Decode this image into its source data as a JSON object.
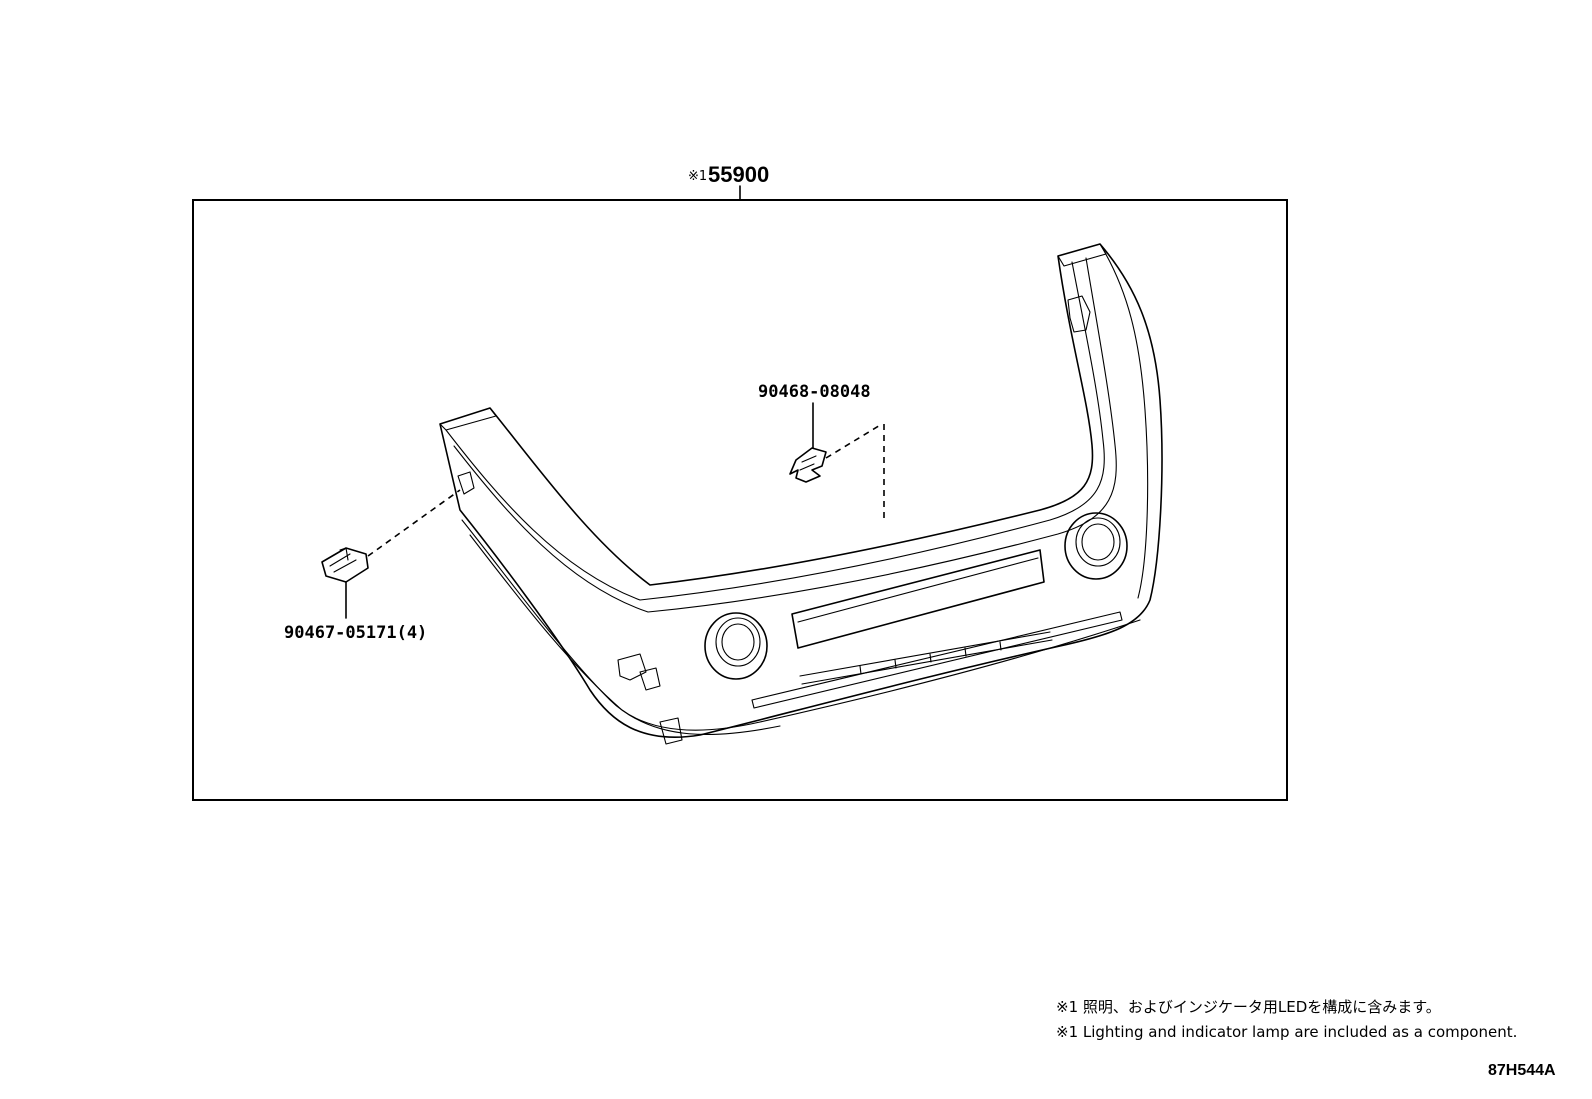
{
  "parts": {
    "main_assembly": {
      "mark": "※1",
      "number": "55900"
    },
    "clip_upper": {
      "number": "90468-08048"
    },
    "clip_lower": {
      "number": "90467-05171(4)"
    }
  },
  "notes": {
    "note_jp": "※1 照明、およびインジケータ用LEDを構成に含みます。",
    "note_en": "※1 Lighting and indicator lamp are included as a component."
  },
  "illustration_code": "87H544A"
}
